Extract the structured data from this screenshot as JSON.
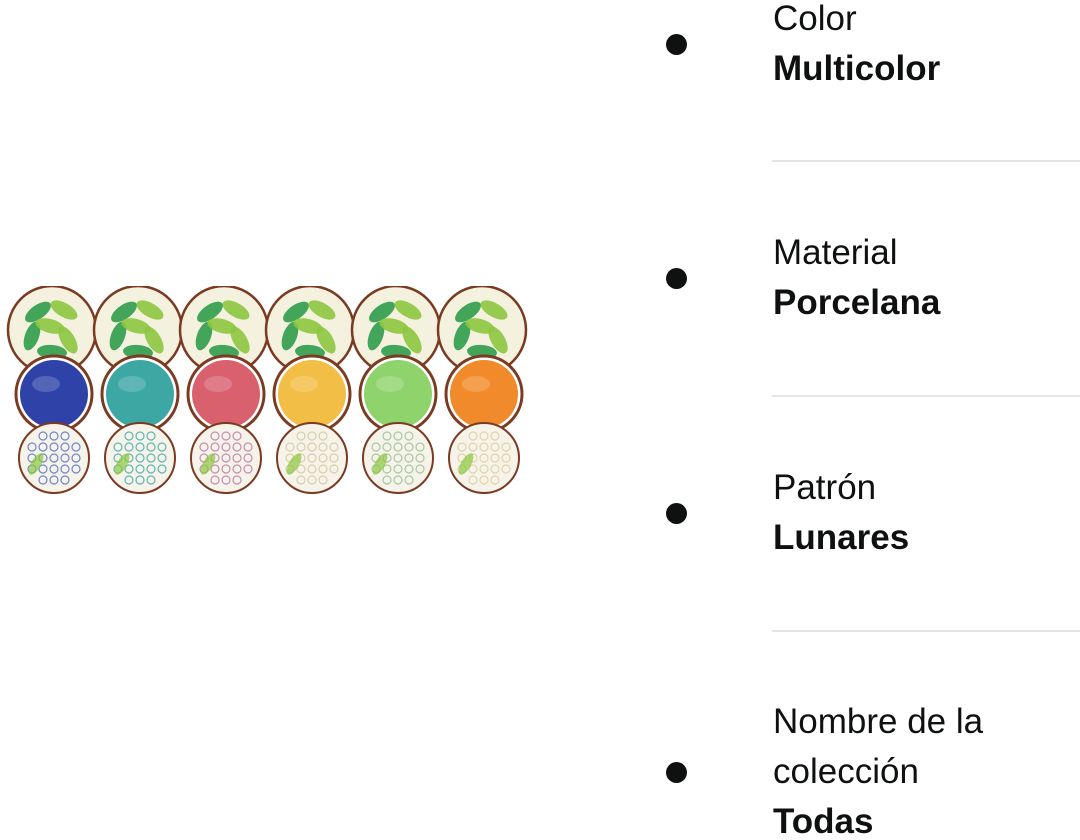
{
  "attributes": [
    {
      "label": "Color",
      "value": "Multicolor"
    },
    {
      "label": "Material",
      "value": "Porcelana"
    },
    {
      "label": "Patrón",
      "value": "Lunares"
    },
    {
      "label": "Nombre de la colección",
      "value": "Todas"
    }
  ],
  "product_image": {
    "bowl_colors": [
      "#2f42a8",
      "#3da7a4",
      "#d9606d",
      "#f3be45",
      "#8fd36c",
      "#f08a2a"
    ],
    "dessert_plate_tints": [
      "#6f86c9",
      "#5fb6b2",
      "#c78db1",
      "#d9cfa9",
      "#a9c8a0",
      "#e2d3a7"
    ],
    "leaf_color": "#2f9c4a",
    "rim_color": "#7a3b22"
  }
}
